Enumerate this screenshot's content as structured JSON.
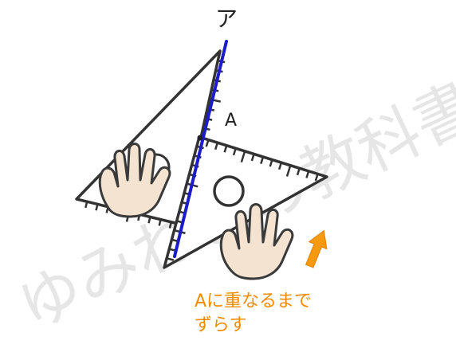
{
  "labels": {
    "ray_label": "ア",
    "point_label": "A",
    "instruction_line1": "Aに重なるまで",
    "instruction_line2": "ずらす"
  },
  "watermark": {
    "text": "ゆみねこの教科書"
  },
  "colors": {
    "ray": "#1c1cc8",
    "triangle_stroke": "#333333",
    "instruction": "#f08c00",
    "arrow": "#f59a10",
    "hand_fill": "#f4e3d0",
    "hand_stroke": "#3a3a3a",
    "watermark": "#e6e6e6"
  },
  "icons": {
    "left_hand": "hand-icon",
    "right_hand": "hand-icon",
    "arrow": "arrow-up-icon"
  }
}
